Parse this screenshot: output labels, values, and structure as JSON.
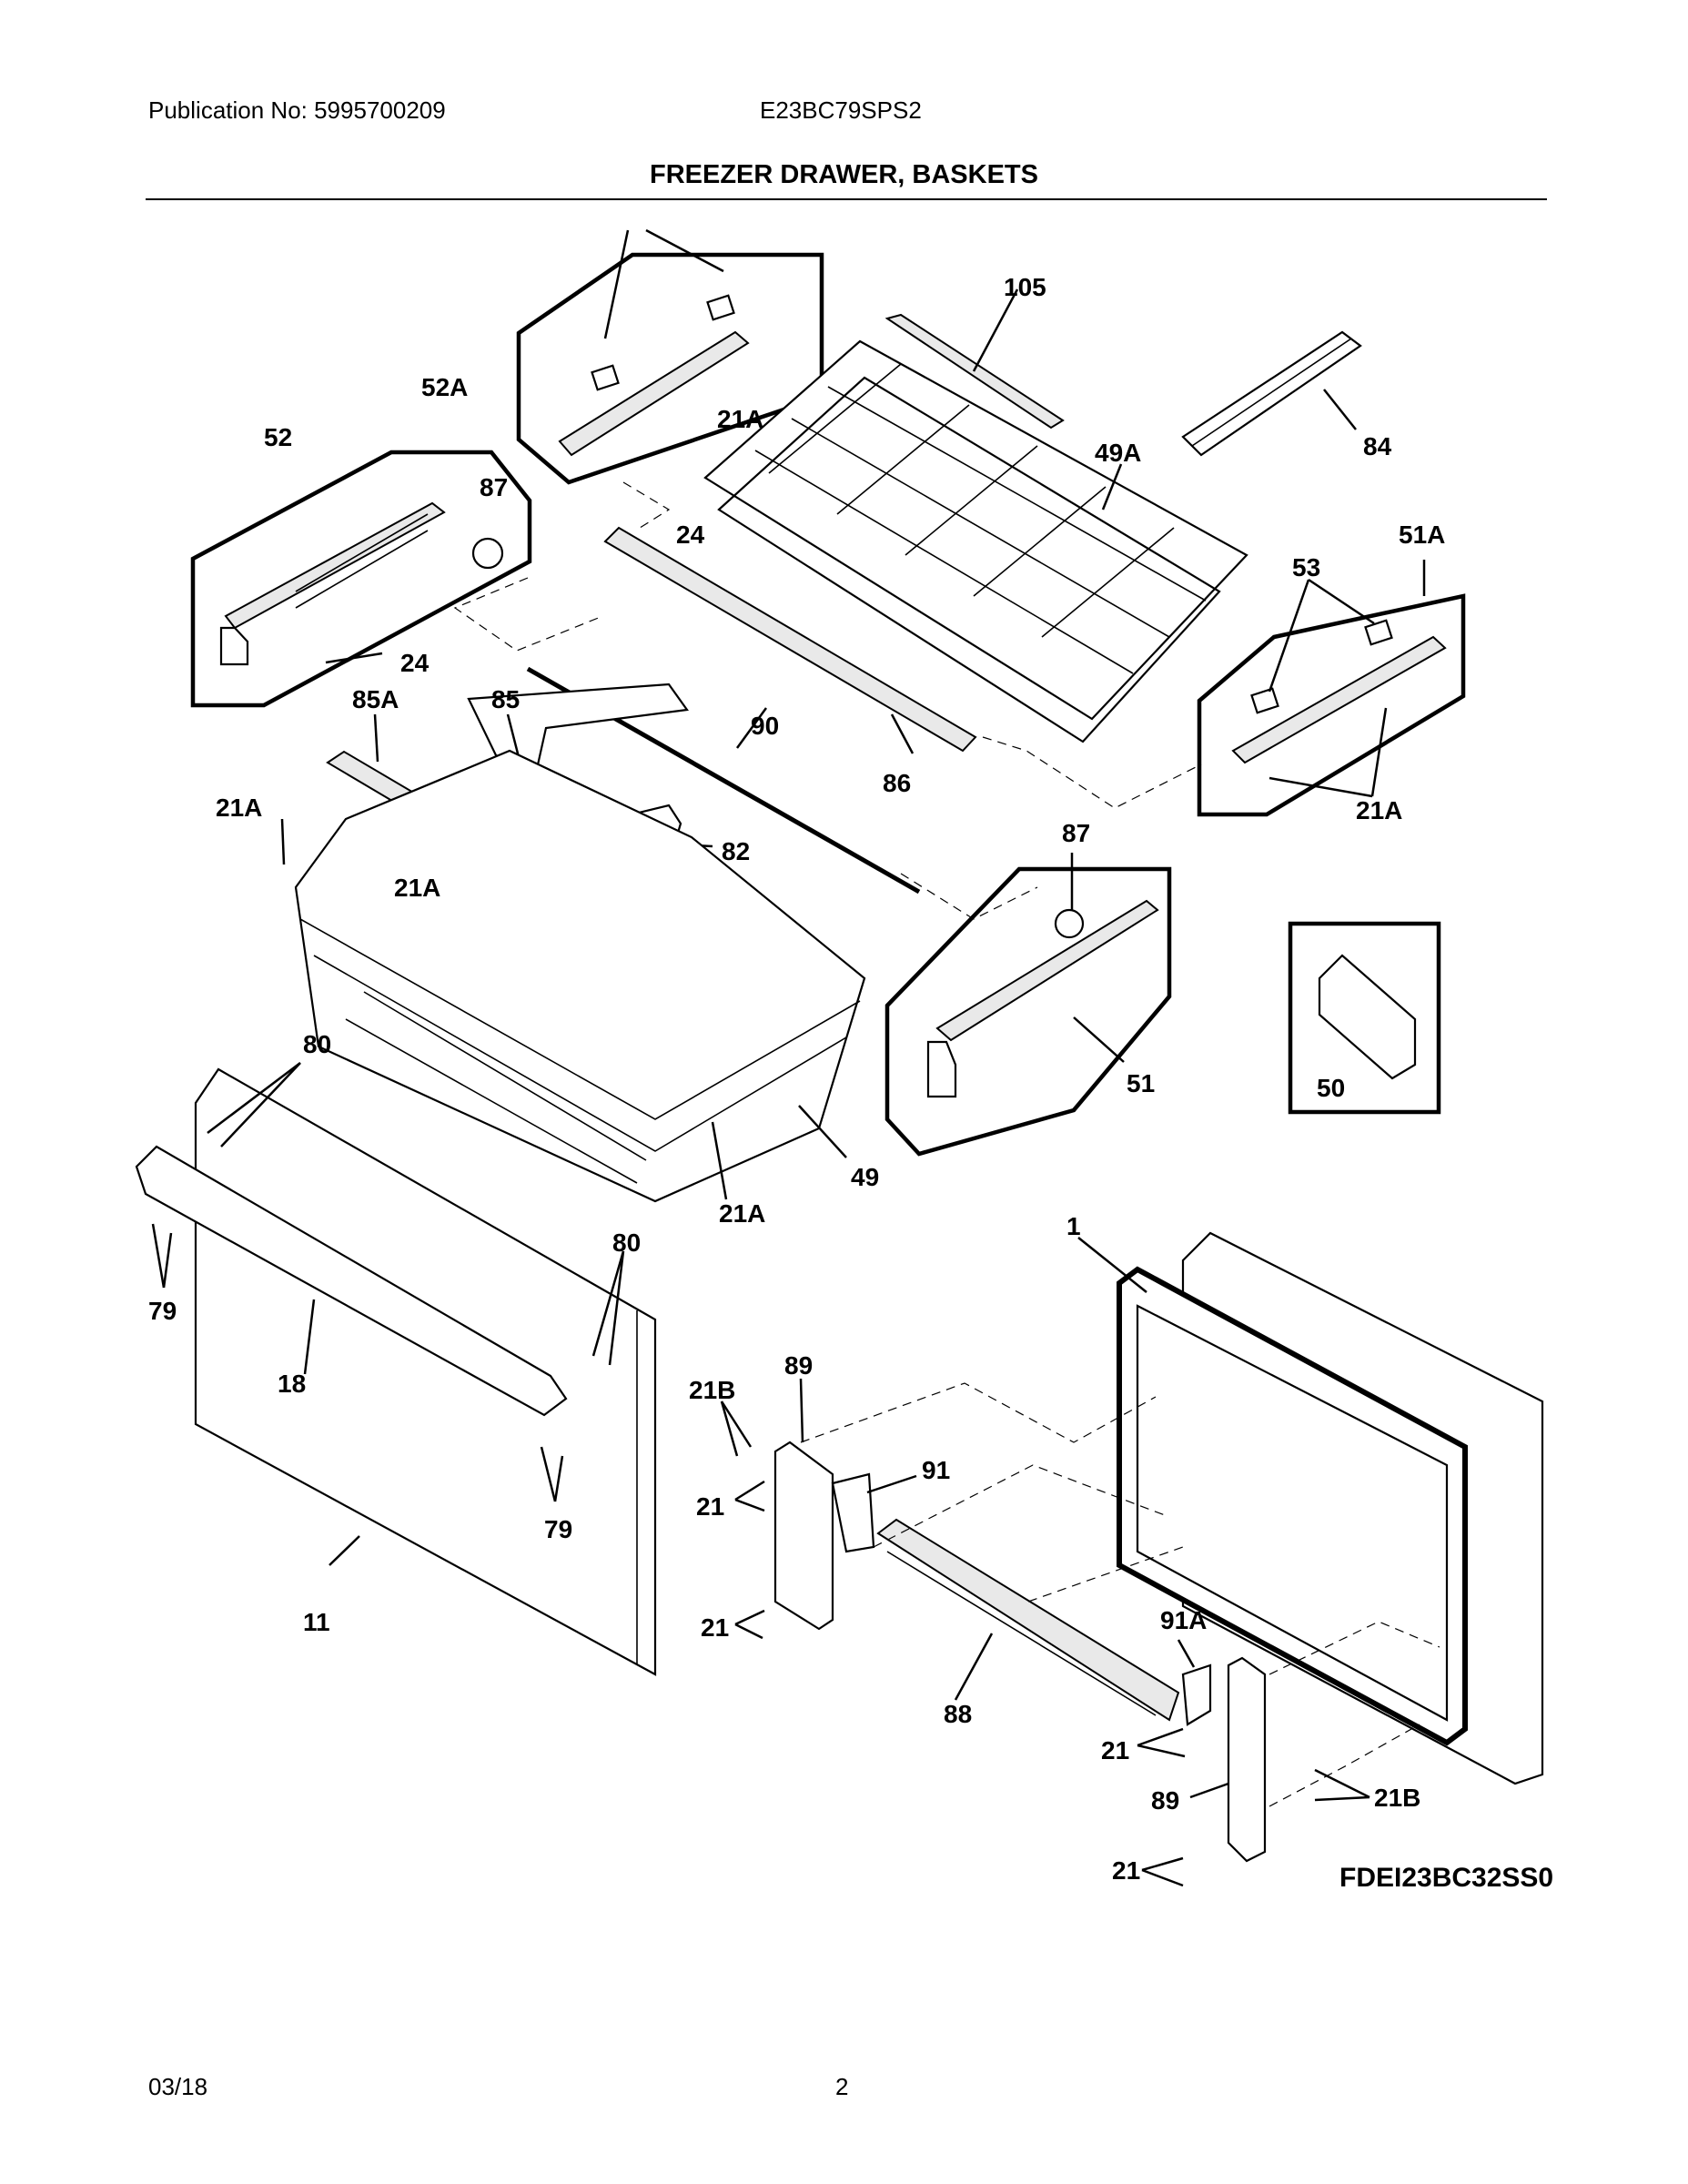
{
  "header": {
    "publication": "Publication No: 5995700209",
    "model": "E23BC79SPS2",
    "title": "FREEZER DRAWER, BASKETS"
  },
  "diagram": {
    "reference_code": "FDEI23BC32SS0",
    "callouts": [
      "105",
      "52A",
      "21A",
      "84",
      "49A",
      "52",
      "87",
      "24",
      "51A",
      "53",
      "24",
      "85A",
      "85",
      "90",
      "86",
      "21A",
      "21A",
      "82",
      "21A",
      "87",
      "50",
      "51",
      "80",
      "49",
      "21A",
      "80",
      "79",
      "1",
      "18",
      "89",
      "21B",
      "91",
      "21",
      "79",
      "11",
      "21",
      "91A",
      "88",
      "21",
      "89",
      "21B",
      "21"
    ]
  },
  "footer": {
    "date": "03/18",
    "page": "2"
  }
}
